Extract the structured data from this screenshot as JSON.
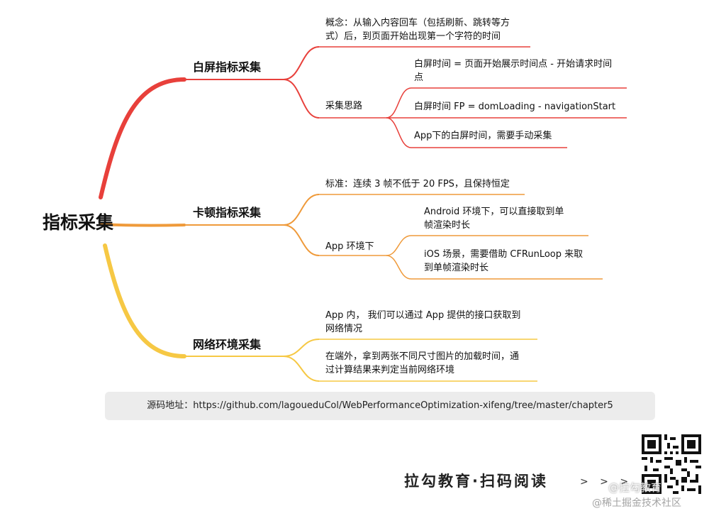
{
  "colors": {
    "red": "#e8403b",
    "orange": "#ef9a3a",
    "yellow": "#f6c844"
  },
  "root": {
    "label": "指标采集"
  },
  "branches": {
    "white_screen": {
      "label": "白屏指标采集",
      "concept_line1": "概念：从输入内容回车（包括刷新、跳转等方",
      "concept_line2": "式）后，到页面开始出现第一个字符的时间",
      "approach": "采集思路",
      "approach_items": [
        {
          "line1": "白屏时间 = 页面开始展示时间点 - 开始请求时间",
          "line2": "点"
        },
        {
          "line1": "白屏时间 FP = domLoading - navigationStart",
          "line2": ""
        },
        {
          "line1": "App下的白屏时间，需要手动采集",
          "line2": ""
        }
      ]
    },
    "jank": {
      "label": "卡顿指标采集",
      "standard": "标准：连续 3 帧不低于 20 FPS，且保持恒定",
      "app_env": "App 环境下",
      "app_items": [
        {
          "line1": " Android 环境下，可以直接取到单",
          "line2": "帧渲染时长"
        },
        {
          "line1": "iOS 场景，需要借助 CFRunLoop 来取",
          "line2": "到单帧渲染时长"
        }
      ]
    },
    "network": {
      "label": "网络环境采集",
      "items": [
        {
          "line1": "App 内， 我们可以通过 App 提供的接口获取到",
          "line2": "网络情况"
        },
        {
          "line1": "在端外，拿到两张不同尺寸图片的加载时间，通",
          "line2": "过计算结果来判定当前网络环境"
        }
      ]
    }
  },
  "source": {
    "text": "源码地址：https://github.com/lagoueduCol/WebPerformanceOptimization-xifeng/tree/master/chapter5"
  },
  "footer": {
    "brand": "拉勾教育·扫码阅读",
    "arrows": "> > >",
    "watermark1": "@拉勾教育",
    "watermark2": "@稀土掘金技术社区",
    "qr_icon": "qr-code-icon"
  }
}
